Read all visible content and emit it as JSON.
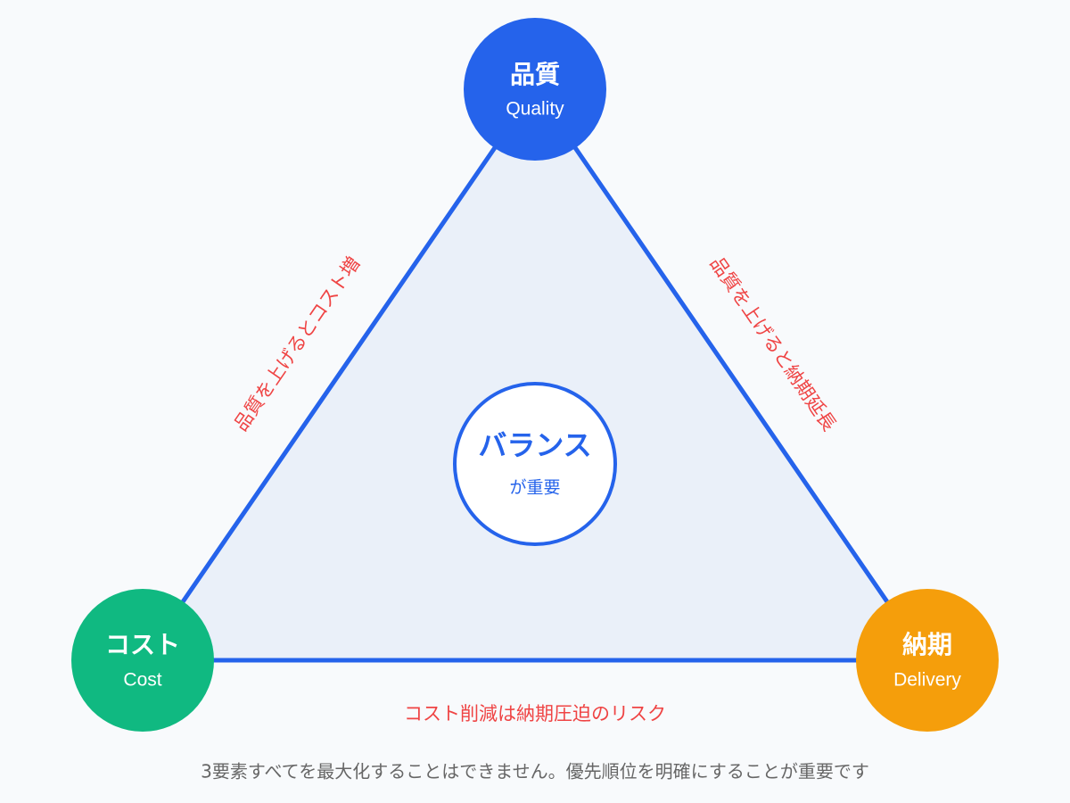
{
  "nodes": {
    "quality": {
      "title": "品質",
      "subtitle": "Quality",
      "color": "#2563eb"
    },
    "cost": {
      "title": "コスト",
      "subtitle": "Cost",
      "color": "#10b981"
    },
    "delivery": {
      "title": "納期",
      "subtitle": "Delivery",
      "color": "#f59e0b"
    }
  },
  "edges": {
    "quality_cost": "品質を上げるとコスト増",
    "quality_delivery": "品質を上げると納期延長",
    "cost_delivery": "コスト削減は納期圧迫のリスク"
  },
  "center": {
    "title": "バランス",
    "subtitle": "が重要"
  },
  "caption": "3要素すべてを最大化することはできません。優先順位を明確にすることが重要です",
  "colors": {
    "triangle_stroke": "#2563eb",
    "triangle_fill": "#eaf0f9",
    "edge_label": "#ef4444",
    "background": "#f8fafc"
  }
}
